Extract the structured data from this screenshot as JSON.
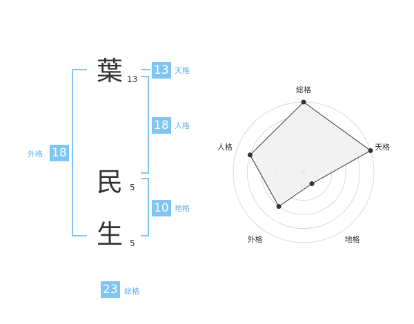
{
  "characters": [
    {
      "char": "葉",
      "strokes": "13"
    },
    {
      "char": "民",
      "strokes": "5"
    },
    {
      "char": "生",
      "strokes": "5"
    }
  ],
  "fortunes": {
    "tenkaku": {
      "label": "天格",
      "value": "13"
    },
    "jinkaku": {
      "label": "人格",
      "value": "18"
    },
    "chikaku": {
      "label": "地格",
      "value": "10"
    },
    "gaikaku": {
      "label": "外格",
      "value": "18"
    },
    "soukaku": {
      "label": "総格",
      "value": "23"
    }
  },
  "radar": {
    "axes": [
      "総格",
      "天格",
      "地格",
      "外格",
      "人格"
    ],
    "levels": [
      5,
      5,
      1,
      3,
      4
    ],
    "max": 5,
    "fill_color": "#f0f0f0",
    "line_color": "#333333",
    "grid_color": "#d9d9d9"
  }
}
